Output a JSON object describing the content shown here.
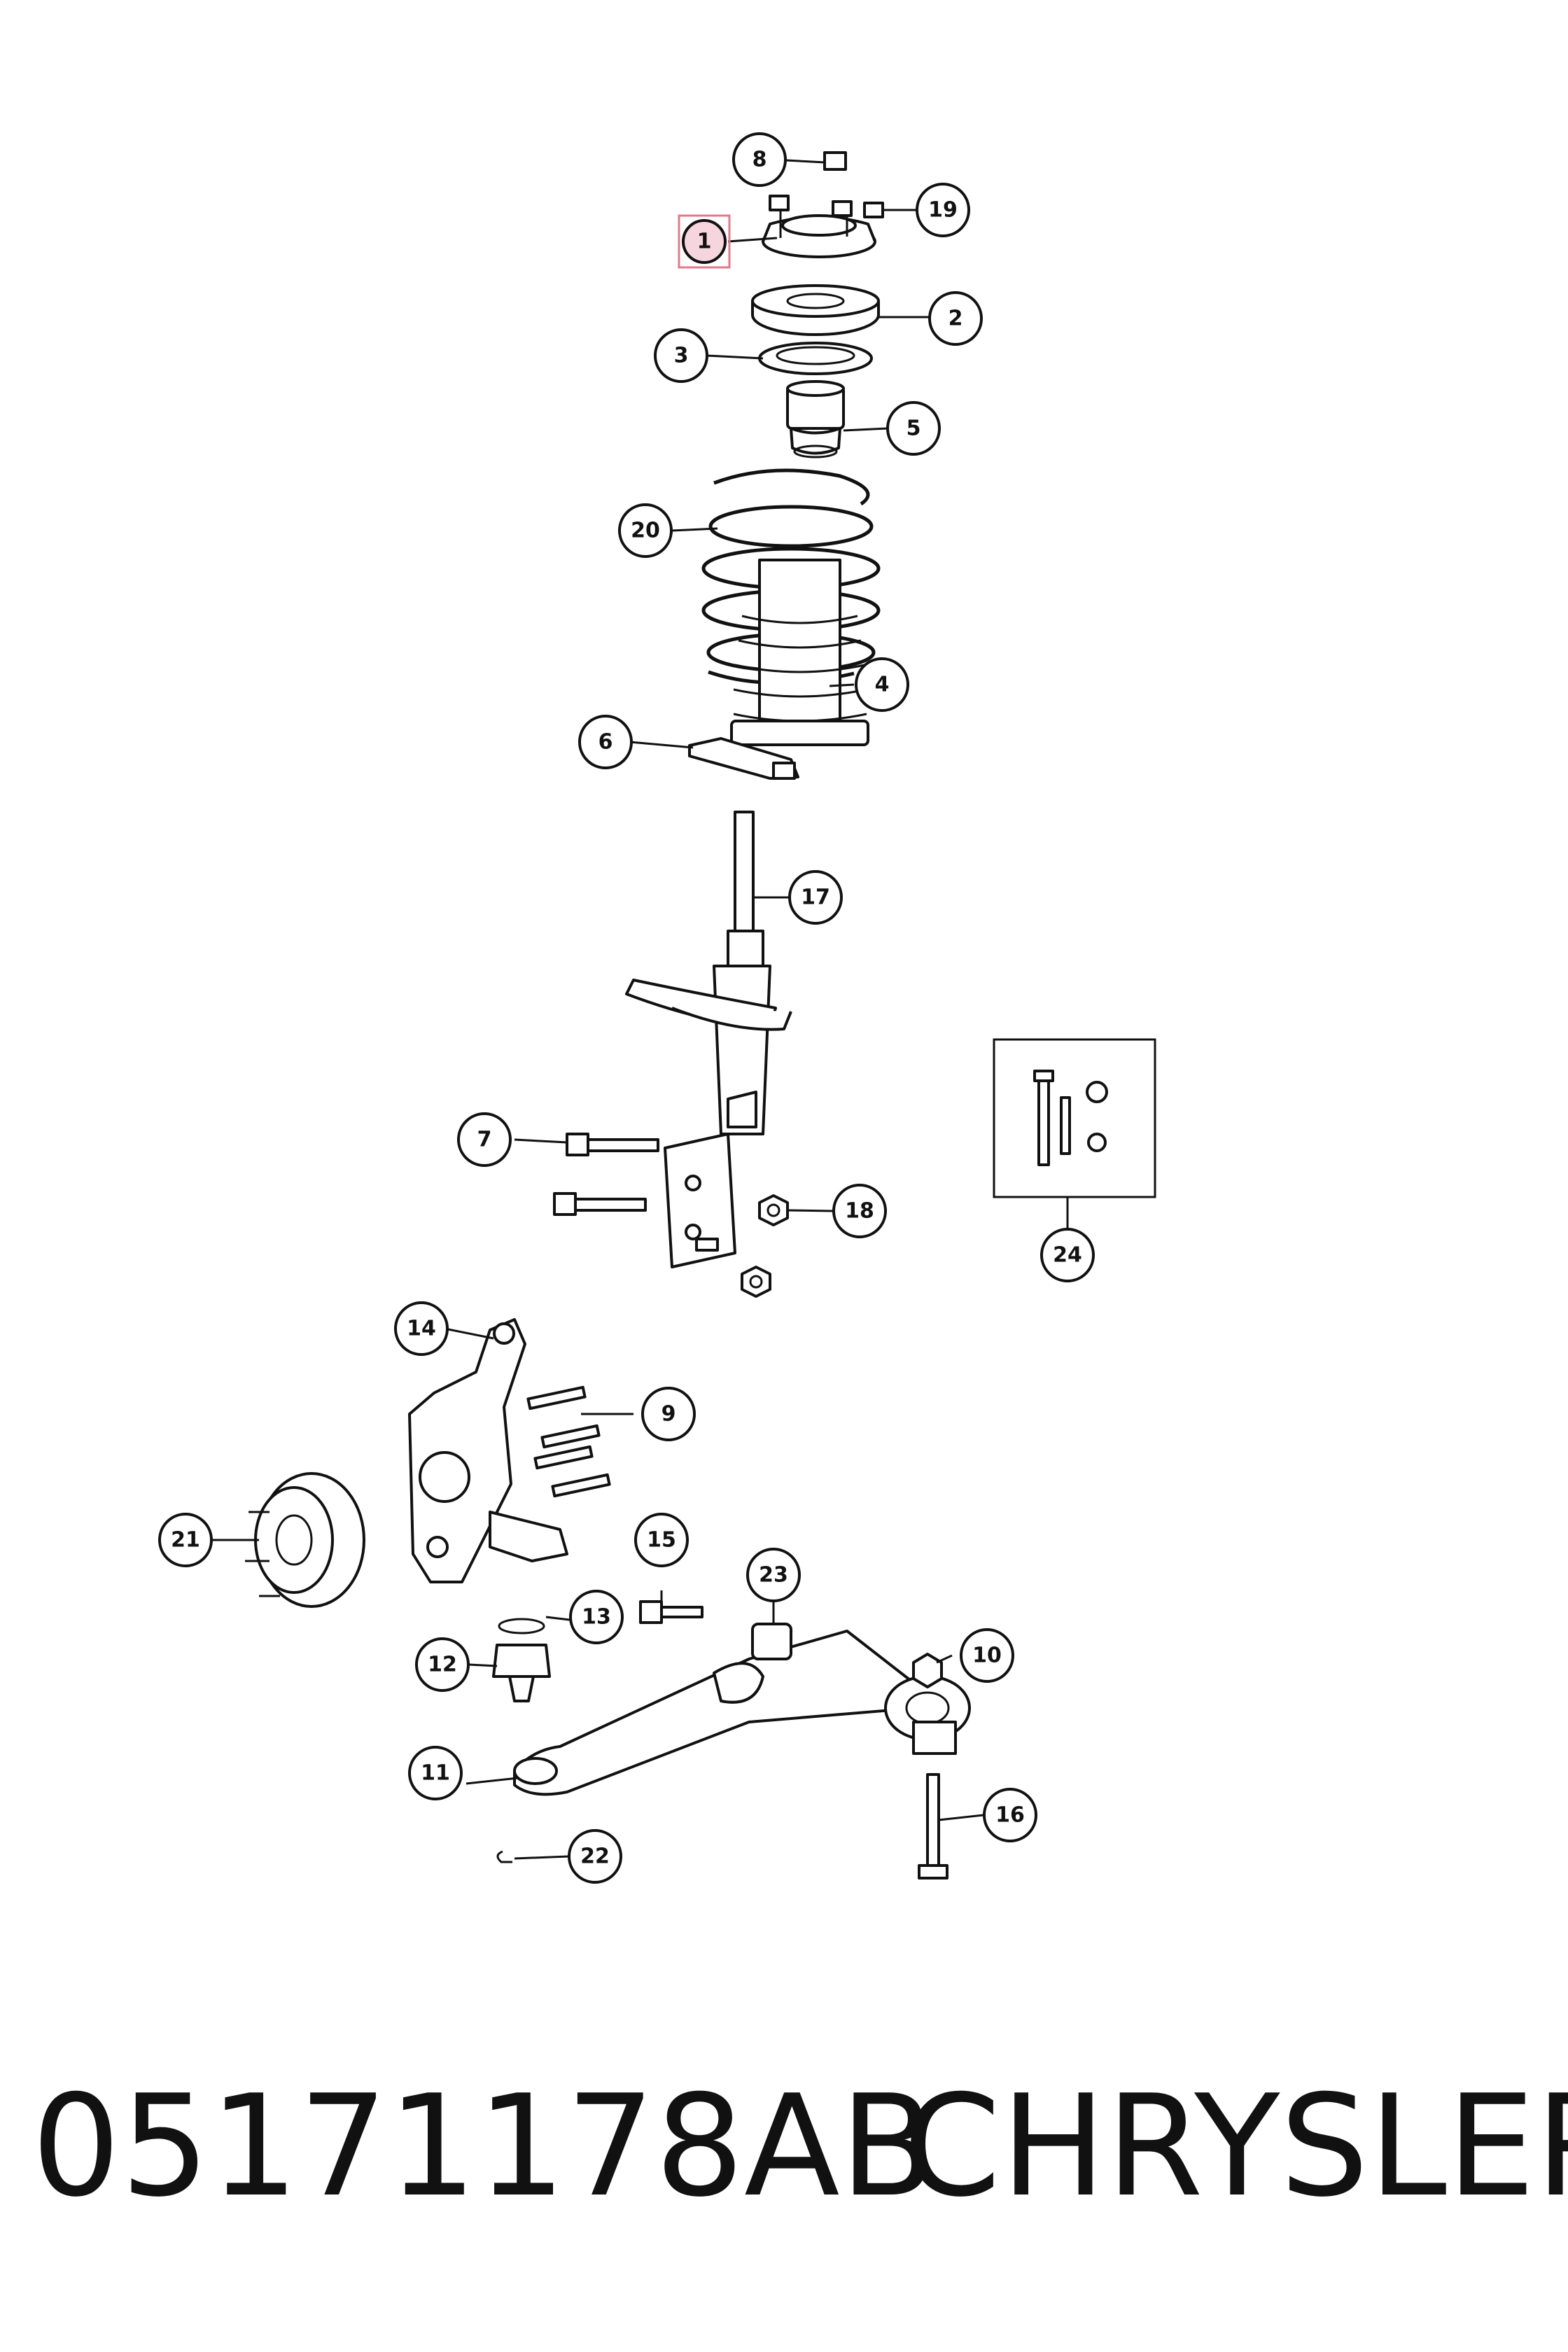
{
  "callouts": [
    {
      "id": "1",
      "highlighted": true
    },
    {
      "id": "2"
    },
    {
      "id": "3"
    },
    {
      "id": "4"
    },
    {
      "id": "5"
    },
    {
      "id": "6"
    },
    {
      "id": "7"
    },
    {
      "id": "8"
    },
    {
      "id": "9"
    },
    {
      "id": "10"
    },
    {
      "id": "11"
    },
    {
      "id": "12"
    },
    {
      "id": "13"
    },
    {
      "id": "14"
    },
    {
      "id": "15"
    },
    {
      "id": "16"
    },
    {
      "id": "17"
    },
    {
      "id": "18"
    },
    {
      "id": "19"
    },
    {
      "id": "20"
    },
    {
      "id": "21"
    },
    {
      "id": "22"
    },
    {
      "id": "23"
    },
    {
      "id": "24"
    }
  ],
  "caption": {
    "part_number": "05171178AB",
    "brand": "CHRYSLER"
  },
  "colors": {
    "line": "#111111",
    "highlight_fill": "#f6d6dc",
    "highlight_border": "#e07a8a"
  }
}
